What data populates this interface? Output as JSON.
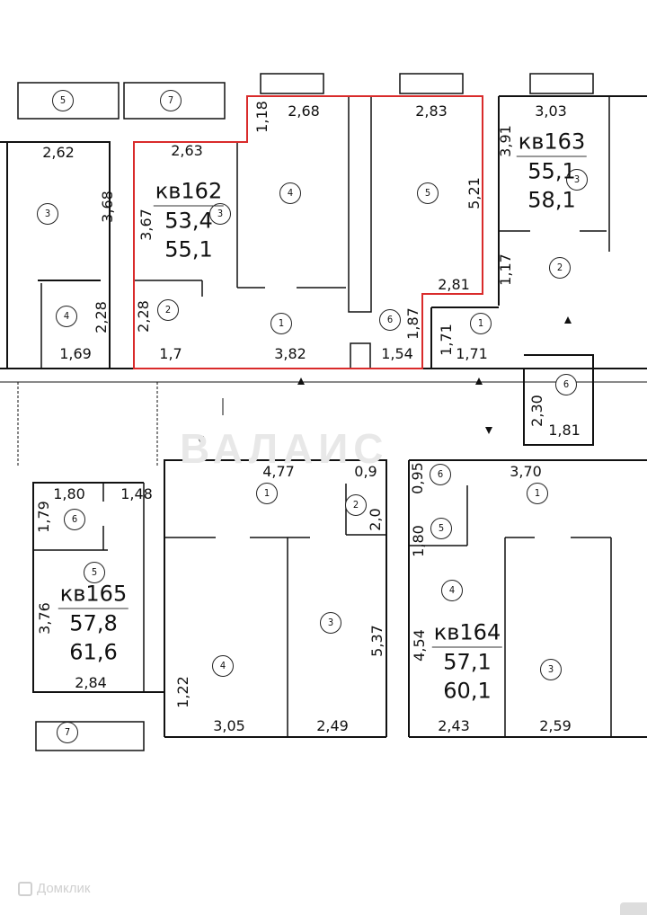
{
  "apartments": [
    {
      "number": "кв162",
      "living_area": "53,4",
      "total_area": "55,1"
    },
    {
      "number": "кв163",
      "living_area": "55,1",
      "total_area": "58,1"
    },
    {
      "number": "кв165",
      "living_area": "57,8",
      "total_area": "61,6"
    },
    {
      "number": "кв164",
      "living_area": "57,1",
      "total_area": "60,1"
    }
  ],
  "highlight_color": "#d92b2b",
  "dimensions": [
    "2,62",
    "3,68",
    "2,28",
    "1,69",
    "2,63",
    "3,67",
    "2,28",
    "1,7",
    "1,18",
    "2,68",
    "2,83",
    "5,21",
    "2,81",
    "3,82",
    "1,54",
    "1,87",
    "3,03",
    "3,91",
    "1,17",
    "1,71",
    "1,71",
    "2,30",
    "1,81",
    "4,77",
    "0,9",
    "2,0",
    "0,95",
    "3,70",
    "1,80",
    "1,48",
    "1,79",
    "1,80",
    "3,76",
    "5,37",
    "4,54",
    "2,84",
    "1,22",
    "3,05",
    "2,49",
    "2,43",
    "2,59"
  ],
  "rooms": [
    "5",
    "7",
    "3",
    "4",
    "3",
    "2",
    "4",
    "5",
    "1",
    "6",
    "1",
    "2",
    "3",
    "6",
    "1",
    "2",
    "6",
    "1",
    "6",
    "5",
    "5",
    "4",
    "3",
    "4",
    "3",
    "7"
  ],
  "watermark": "ВАЛАИС",
  "logo": "Домклик"
}
